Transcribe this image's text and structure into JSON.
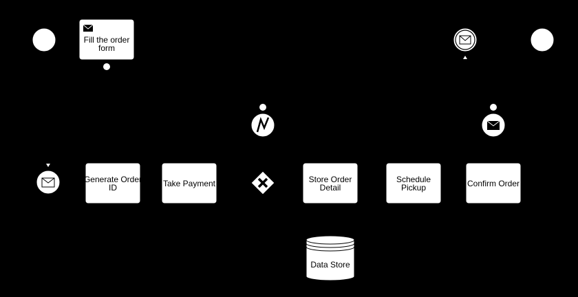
{
  "diagram": {
    "tasks": {
      "fill_order_form": [
        "Fill the order",
        "form"
      ],
      "generate_order_id": [
        "Generate Order",
        "ID"
      ],
      "take_payment": [
        "Take Payment"
      ],
      "store_order_detail": [
        "Store Order",
        "Detail"
      ],
      "schedule_pickup": [
        "Schedule",
        "Pickup"
      ],
      "confirm_order": [
        "Confirm Order"
      ]
    },
    "data_store": "Data Store",
    "colors": {
      "background": "#000000",
      "shape_fill": "#ffffff",
      "stroke": "#000000"
    }
  }
}
